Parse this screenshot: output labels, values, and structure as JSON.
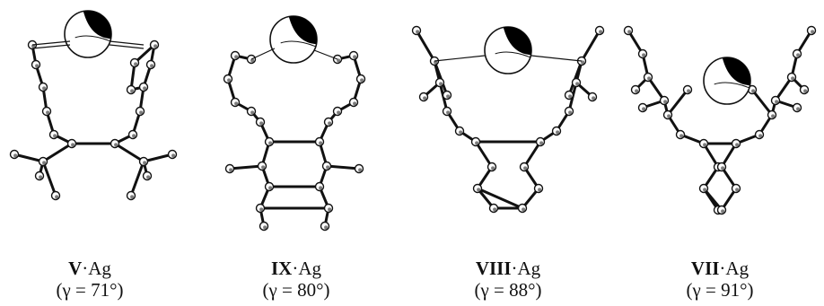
{
  "panels": [
    {
      "id": "V",
      "complex": "·Ag",
      "angle": "(γ = 71°)"
    },
    {
      "id": "IX",
      "complex": "·Ag",
      "angle": "(γ = 80°)"
    },
    {
      "id": "VIII",
      "complex": "·Ag",
      "angle": "(γ = 88°)"
    },
    {
      "id": "VII",
      "complex": "·Ag",
      "angle": "(γ = 91°)"
    }
  ],
  "colors": {
    "ink": "#111111",
    "atom_fill": "#ffffff",
    "ag_shade": "#000000"
  }
}
